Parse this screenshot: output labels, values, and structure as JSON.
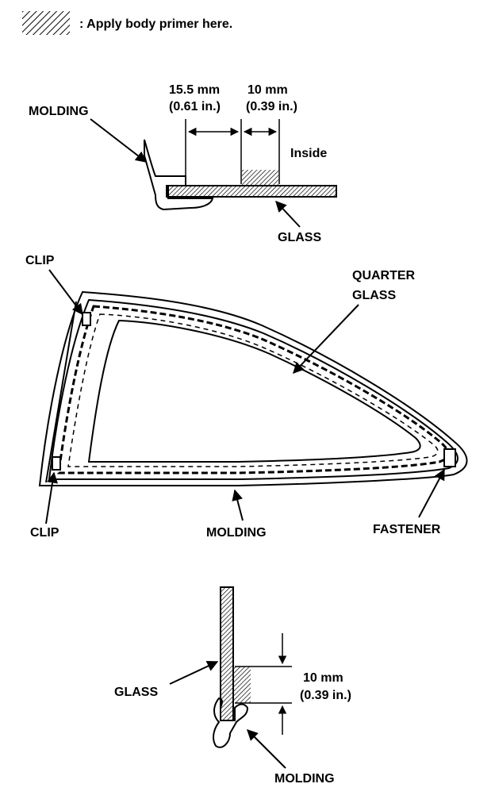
{
  "legend": {
    "text": ": Apply body primer here."
  },
  "section_top": {
    "dim1_value": "15.5 mm",
    "dim1_imperial": "(0.61 in.)",
    "dim2_value": "10 mm",
    "dim2_imperial": "(0.39 in.)",
    "molding_label": "MOLDING",
    "inside_label": "Inside",
    "glass_label": "GLASS"
  },
  "main_view": {
    "clip_top_label": "CLIP",
    "clip_bottom_label": "CLIP",
    "quarter_glass_label_line1": "QUARTER",
    "quarter_glass_label_line2": "GLASS",
    "molding_label": "MOLDING",
    "fastener_label": "FASTENER"
  },
  "section_bottom": {
    "glass_label": "GLASS",
    "dim_value": "10 mm",
    "dim_imperial": "(0.39 in.)",
    "molding_label": "MOLDING"
  }
}
